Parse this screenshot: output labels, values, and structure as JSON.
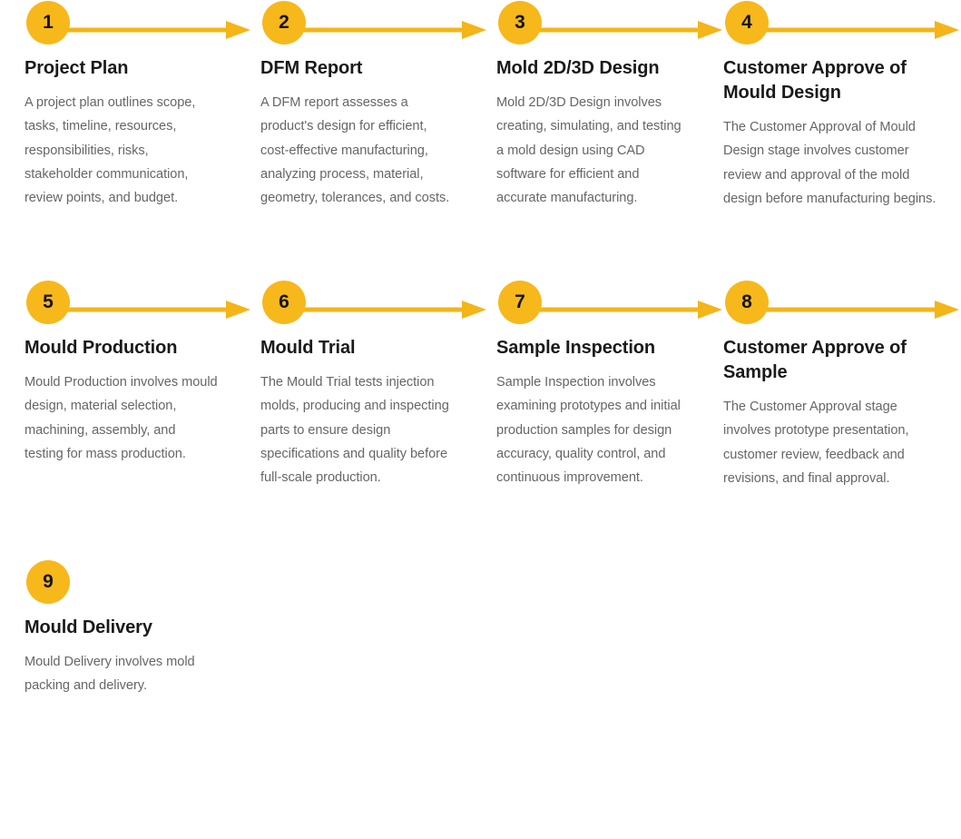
{
  "theme": {
    "accent_yellow": "#F7B81C",
    "arrow_yellow": "#F3B518",
    "title_color": "#1a1a1a",
    "body_color": "#666666",
    "background": "#ffffff"
  },
  "steps": [
    {
      "number": "1",
      "title": "Project Plan",
      "description": "A project plan outlines scope, tasks, timeline, resources, responsibilities, risks, stakeholder communication, review points, and budget.",
      "has_arrow": true
    },
    {
      "number": "2",
      "title": "DFM Report",
      "description": "A DFM report assesses a product's design for efficient, cost-effective manufacturing, analyzing process, material, geometry, tolerances, and costs.",
      "has_arrow": true
    },
    {
      "number": "3",
      "title": "Mold 2D/3D Design",
      "description": "Mold 2D/3D Design involves creating, simulating, and testing a mold design using CAD software for efficient and accurate manufacturing.",
      "has_arrow": true
    },
    {
      "number": "4",
      "title": "Customer Approve of Mould Design",
      "description": "The Customer Approval of Mould Design stage involves customer review and approval of the mold design before manufacturing begins.",
      "has_arrow": true
    },
    {
      "number": "5",
      "title": "Mould Production",
      "description": "Mould Production involves mould design, material selection, machining, assembly, and testing for mass production.",
      "has_arrow": true
    },
    {
      "number": "6",
      "title": "Mould Trial",
      "description": "The Mould Trial tests injection molds, producing and inspecting parts to ensure design specifications and quality before full-scale production.",
      "has_arrow": true
    },
    {
      "number": "7",
      "title": "Sample Inspection",
      "description": "Sample Inspection involves examining prototypes and initial production samples for design accuracy, quality control, and continuous improvement.",
      "has_arrow": true
    },
    {
      "number": "8",
      "title": "Customer Approve of Sample",
      "description": "The Customer Approval stage involves prototype presentation, customer review, feedback and revisions, and final approval.",
      "has_arrow": true
    },
    {
      "number": "9",
      "title": "Mould Delivery",
      "description": "Mould Delivery involves mold packing and delivery.",
      "has_arrow": false
    }
  ]
}
